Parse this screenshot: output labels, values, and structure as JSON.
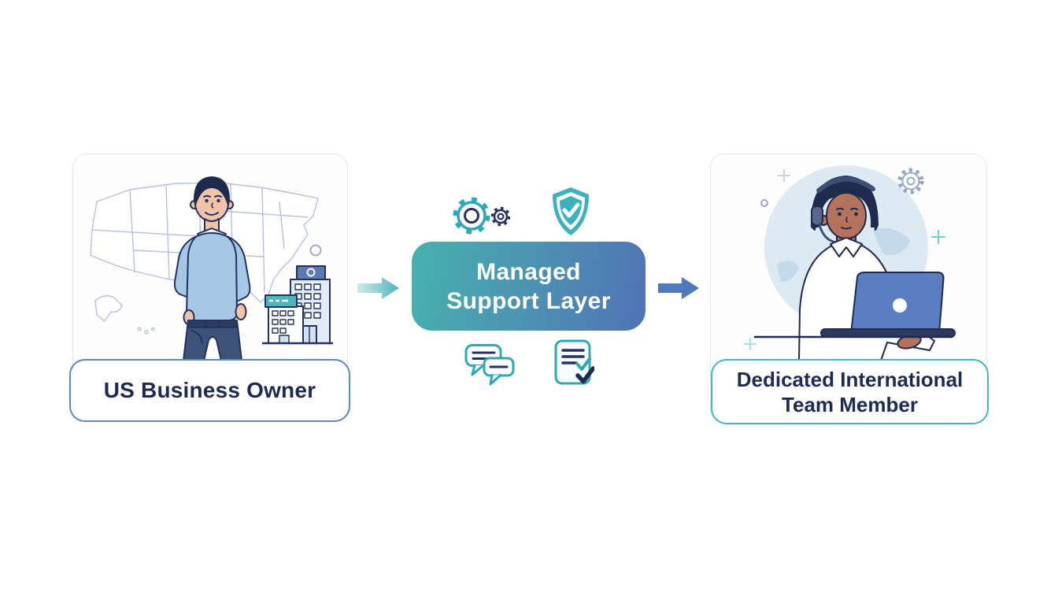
{
  "diagram": {
    "type": "flow",
    "direction": "left-to-right",
    "steps": [
      "US Business Owner",
      "Managed Support Layer",
      "Dedicated International Team Member"
    ]
  },
  "cards": {
    "owner": {
      "label": "US Business Owner",
      "border_color": "#5b87c5",
      "illustration": "man-standing-with-us-map-and-office-building"
    },
    "team": {
      "label_line1": "Dedicated International",
      "label_line2": "Team Member",
      "border_color": "#45b4c6",
      "illustration": "support-agent-with-headset-laptop-and-globe"
    }
  },
  "support_layer": {
    "line1": "Managed",
    "line2": "Support Layer",
    "gradient_start": "#47b2ae",
    "gradient_end": "#5173b5",
    "text_color": "#ffffff",
    "icons": [
      "gears-icon",
      "shield-check-icon",
      "chat-bubbles-icon",
      "checklist-icon"
    ]
  },
  "arrows": {
    "left": {
      "direction": "right",
      "style": "gradient",
      "color_start": "#cfeae8",
      "color_end": "#4db6be"
    },
    "right": {
      "direction": "right",
      "style": "solid",
      "color": "#4f79bd"
    }
  },
  "colors": {
    "teal_icon": "#2fa7b4",
    "navy_line": "#24315f",
    "label_text": "#1d2a52",
    "card_border": "#e4e8ee",
    "map_line": "#b6c1dd",
    "globe_fill": "#dde9f3"
  }
}
